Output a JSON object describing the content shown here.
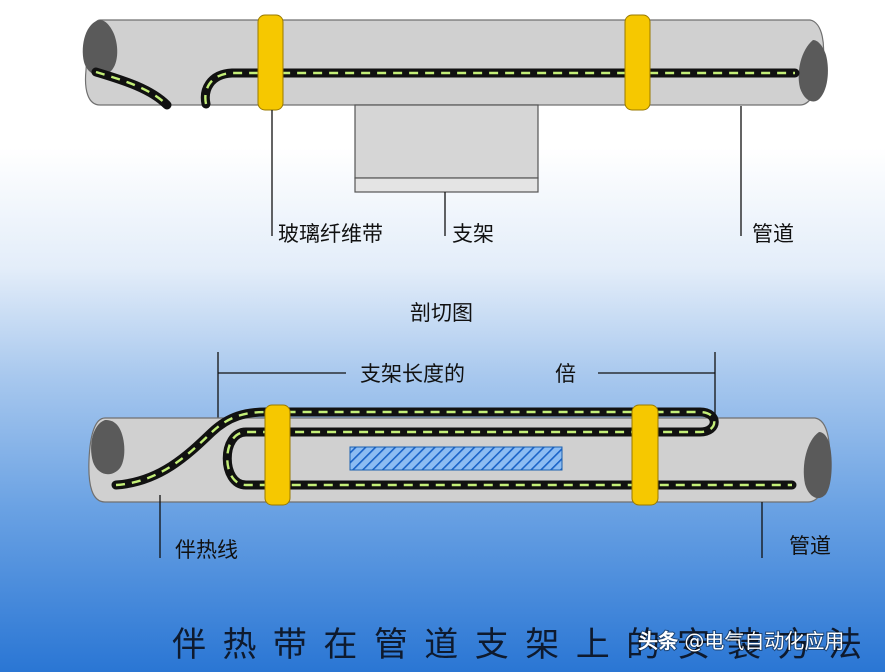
{
  "top_diagram": {
    "labels": {
      "tape": "玻璃纤维带",
      "support": "支架",
      "pipe": "管道"
    }
  },
  "section_caption": "剖切图",
  "bottom_diagram": {
    "dimension": {
      "text": "支架长度的",
      "multiplier": "倍"
    },
    "labels": {
      "heat_trace": "伴热线",
      "pipe": "管道"
    }
  },
  "title": "伴热带在管道支架上的安装方法",
  "watermark": {
    "brand": "头条",
    "account": "@电气自动化应用"
  },
  "colors": {
    "pipe": "#d0d0d0",
    "pipe_break": "#5a5a5a",
    "tape": "#f6c800",
    "cable": "#111111",
    "cable_stripe": "#c4ef78",
    "hatch": "#2a7fd8",
    "background_top": "#ffffff",
    "background_bottom": "#2a76d4"
  }
}
